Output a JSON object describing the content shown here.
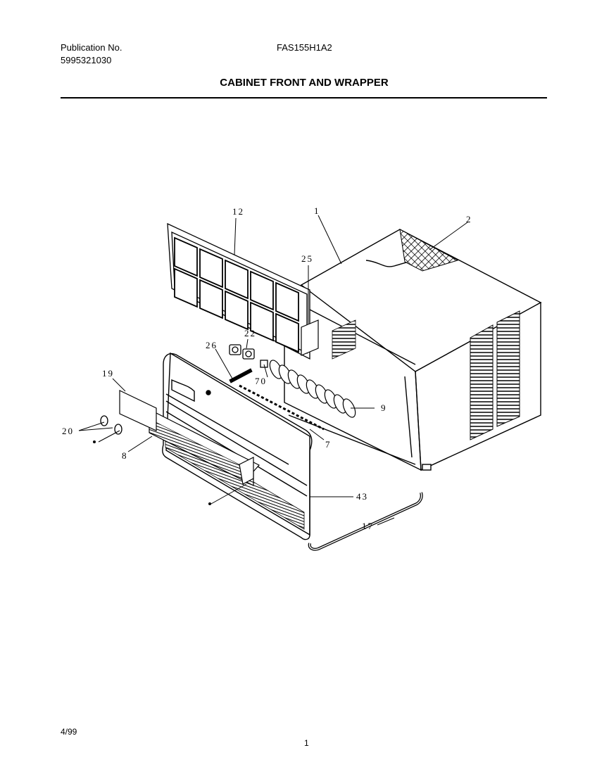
{
  "header": {
    "publication_label": "Publication No.",
    "publication_number": "5995321030",
    "model_number": "FAS155H1A2",
    "title": "CABINET FRONT AND WRAPPER"
  },
  "footer": {
    "date": "4/99",
    "page_number": "1"
  },
  "callouts": {
    "c1": "1",
    "c2": "2",
    "c7": "7",
    "c8": "8",
    "c9": "9",
    "c12": "12",
    "c17": "17",
    "c19": "19",
    "c20": "20",
    "c22": "22",
    "c25": "25",
    "c26": "26",
    "c43": "43",
    "c70": "70"
  }
}
